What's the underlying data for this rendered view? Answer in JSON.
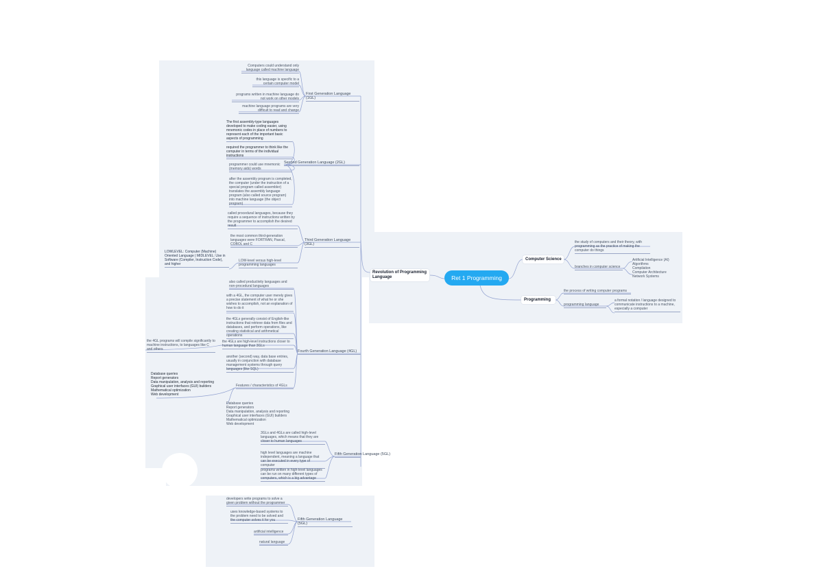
{
  "center": {
    "title": "Ret 1 Programming"
  },
  "evolution": {
    "title": "Revolution of Programming Language"
  },
  "computer_science": {
    "title": "Computer Science",
    "intro": "the study of computers and their theory, with programming as the practice of making the computer do things",
    "branches_label": "branches in computer science",
    "branches": [
      "Artificial Intelligence (AI)",
      "Algorithms",
      "Compilation",
      "Computer Architecture",
      "Network Systems"
    ]
  },
  "programming": {
    "title": "Programming",
    "definition": "the process of writing computer programs",
    "language_label": "programming language",
    "language_desc": "a formal notation / language designed to communicate instructions to a machine, especially a computer"
  },
  "first_gen": {
    "label": "First Generation Language (1GL)",
    "items": [
      "Computers could understand only language called machine language",
      "this language is specific to a certain computer model",
      "programs written in machine language do not work on other models",
      "machine language programs are very difficult to read and change"
    ]
  },
  "second_gen": {
    "label": "Second Generation Language (2GL)",
    "items": [
      "The first assembly-type languages developed to make coding easier, using mnemonic codes in place of numbers to represent each of the important basic aspects of programming",
      "required the programmer to think like the computer in terms of the individual instructions",
      "programmer could use mnemonic (memory aids) words",
      "after the assembly program is completed, the computer (under the instruction of a special program called assembler) translates the assembly language program (also called source program) into machine language (the object program)"
    ]
  },
  "third_gen": {
    "label": "Third Generation Language (3GL)",
    "items": [
      "called procedural languages, because they require a sequence of instructions written by the programmer to accomplish the desired result",
      "the most common third-generation languages were FORTRAN, Pascal, COBOL and C",
      "LOW-level versus high-level programming languages"
    ],
    "low_high": "LOWLEVEL: Computer (Machine) Oriented Language | MIDLEVEL: Use in Software (Compiler, Instruction Code), and higher"
  },
  "fourth_gen": {
    "label": "Fourth Generation Language (4GL)",
    "items": [
      "also called productivity languages and non-procedural languages",
      "with a 4GL, the computer user merely gives a precise statement of what he or she wishes to accomplish, not an explanation of how to do it",
      "the 4GLs generally consist of English-like instructions that retrieve data from files and databases, and perform operations, like creating statistical and arithmetical operations",
      "the 4GLs are high-level instructions closer to human language than 3GLs",
      "another (second) way, data base entries, usually in conjunction with database management systems through query languages (like SQL)"
    ],
    "note_left": "the 4GL programs will compile significantly to machine instructions, to languages like C and others",
    "features_label": "Features / characteristics of 4GLs",
    "features_left": [
      "Database queries",
      "Report generators",
      "Data manipulation, analysis and reporting",
      "Graphical user interfaces (GUI) builders",
      "Mathematical optimization",
      "Web development"
    ],
    "features_bottom": [
      "Database queries",
      "Report generators",
      "Data manipulation, analysis and reporting",
      "Graphical user interfaces (GUI) builders",
      "Mathematical optimization",
      "Web development"
    ]
  },
  "fifth_gen": {
    "label": "Fifth Generation Language (5GL)",
    "items": [
      "3GLs and 4GLs are called high-level languages, which means that they are closer to human languages",
      "high level languages are machine independent, meaning a language that can be executed in every type of computer",
      "programs written in high-level languages can be run on many different types of computers, which is a big advantage"
    ]
  },
  "fifth_more": {
    "label": "Fifth Generation Language (5GL)",
    "items": [
      "developers write programs to solve a given problem without the programmer",
      "uses knowledge-based systems to the problem need to be solved and the computer solves it for you",
      "artificial intelligence",
      "natural language"
    ]
  },
  "colors": {
    "accent": "#24a9f1",
    "panel": "#eef2f7",
    "line": "#8f9fcf"
  }
}
